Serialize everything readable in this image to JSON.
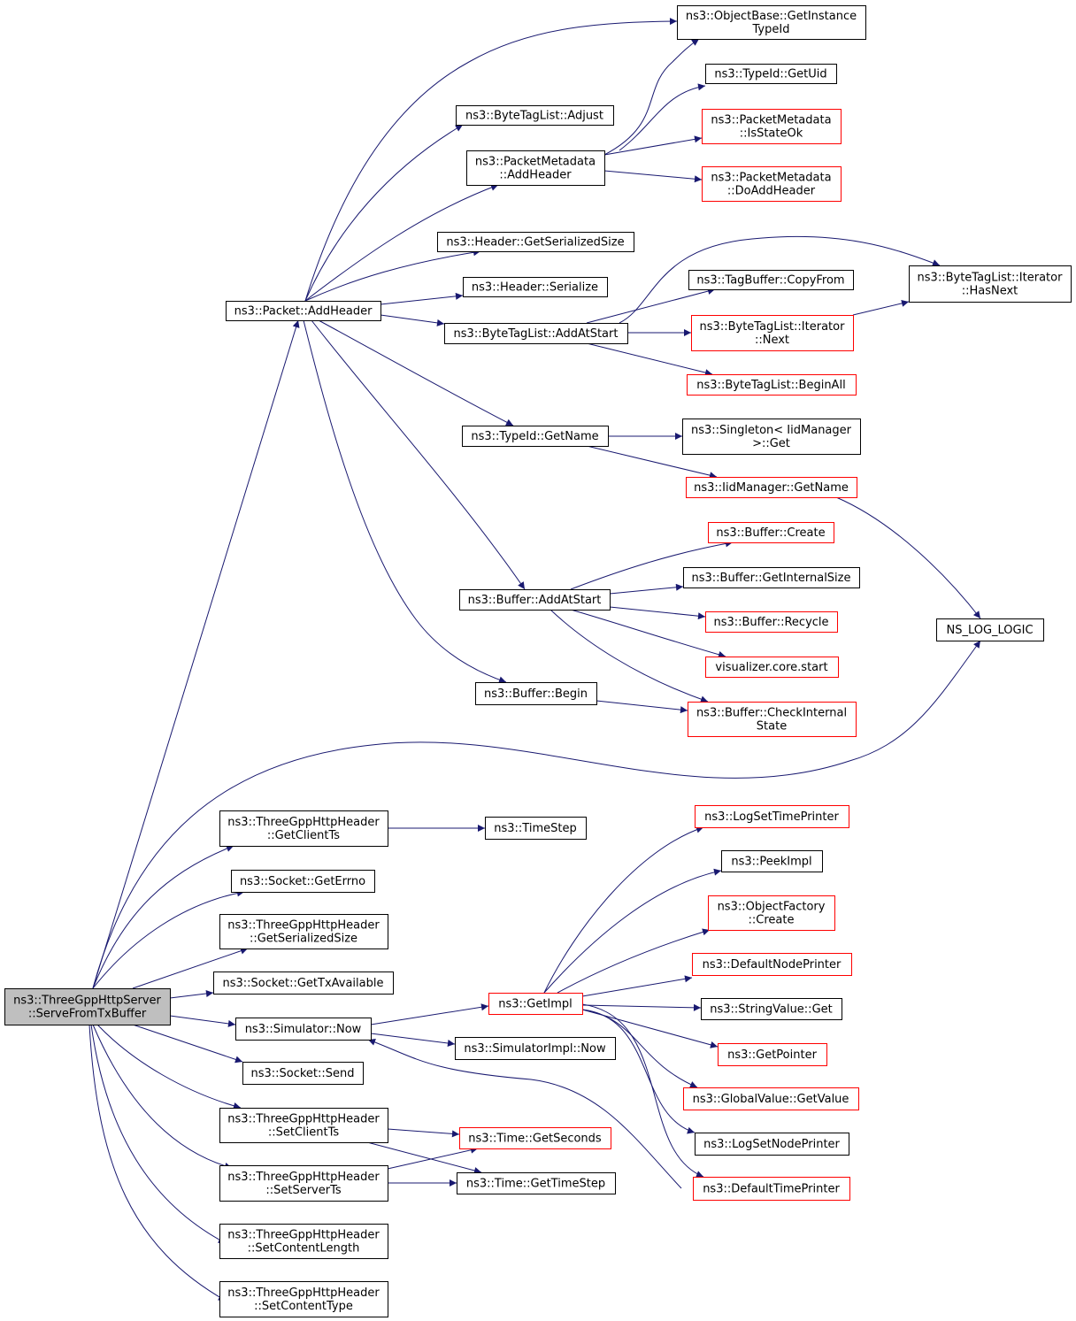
{
  "colors": {
    "edge": "#191970",
    "border_normal": "#000000",
    "border_red": "#ff0000",
    "root_fill": "#bfbfbf",
    "node_fill": "#ffffff"
  },
  "nodes": [
    {
      "id": "serve",
      "lines": [
        "ns3::ThreeGppHttpServer",
        "::ServeFromTxBuffer"
      ],
      "style": "root"
    },
    {
      "id": "addheader",
      "lines": [
        "ns3::Packet::AddHeader"
      ],
      "style": "black"
    },
    {
      "id": "getinstancetypeid",
      "lines": [
        "ns3::ObjectBase::GetInstance",
        "TypeId"
      ],
      "style": "black"
    },
    {
      "id": "getuid",
      "lines": [
        "ns3::TypeId::GetUid"
      ],
      "style": "black"
    },
    {
      "id": "btl_adjust",
      "lines": [
        "ns3::ByteTagList::Adjust"
      ],
      "style": "black"
    },
    {
      "id": "pm_isstateok",
      "lines": [
        "ns3::PacketMetadata",
        "::IsStateOk"
      ],
      "style": "red"
    },
    {
      "id": "pm_addheader",
      "lines": [
        "ns3::PacketMetadata",
        "::AddHeader"
      ],
      "style": "black"
    },
    {
      "id": "pm_doaddheader",
      "lines": [
        "ns3::PacketMetadata",
        "::DoAddHeader"
      ],
      "style": "red"
    },
    {
      "id": "hdr_getsersize",
      "lines": [
        "ns3::Header::GetSerializedSize"
      ],
      "style": "black"
    },
    {
      "id": "hdr_serialize",
      "lines": [
        "ns3::Header::Serialize"
      ],
      "style": "black"
    },
    {
      "id": "tagbuf_copyfrom",
      "lines": [
        "ns3::TagBuffer::CopyFrom"
      ],
      "style": "black"
    },
    {
      "id": "btl_it_hasnext",
      "lines": [
        "ns3::ByteTagList::Iterator",
        "::HasNext"
      ],
      "style": "black"
    },
    {
      "id": "btl_addatstart",
      "lines": [
        "ns3::ByteTagList::AddAtStart"
      ],
      "style": "black"
    },
    {
      "id": "btl_it_next",
      "lines": [
        "ns3::ByteTagList::Iterator",
        "::Next"
      ],
      "style": "red"
    },
    {
      "id": "btl_beginall",
      "lines": [
        "ns3::ByteTagList::BeginAll"
      ],
      "style": "red"
    },
    {
      "id": "typeid_getname",
      "lines": [
        "ns3::TypeId::GetName"
      ],
      "style": "black"
    },
    {
      "id": "singleton_get",
      "lines": [
        "ns3::Singleton< IidManager",
        ">::Get"
      ],
      "style": "black"
    },
    {
      "id": "iidmgr_getname",
      "lines": [
        "ns3::IidManager::GetName"
      ],
      "style": "red"
    },
    {
      "id": "buf_create",
      "lines": [
        "ns3::Buffer::Create"
      ],
      "style": "red"
    },
    {
      "id": "buf_getinternalsize",
      "lines": [
        "ns3::Buffer::GetInternalSize"
      ],
      "style": "black"
    },
    {
      "id": "buf_addatstart",
      "lines": [
        "ns3::Buffer::AddAtStart"
      ],
      "style": "black"
    },
    {
      "id": "buf_recycle",
      "lines": [
        "ns3::Buffer::Recycle"
      ],
      "style": "red"
    },
    {
      "id": "ns_log_logic",
      "lines": [
        "NS_LOG_LOGIC"
      ],
      "style": "black"
    },
    {
      "id": "vis_core_start",
      "lines": [
        "visualizer.core.start"
      ],
      "style": "red"
    },
    {
      "id": "buf_begin",
      "lines": [
        "ns3::Buffer::Begin"
      ],
      "style": "black"
    },
    {
      "id": "buf_checkinternal",
      "lines": [
        "ns3::Buffer::CheckInternal",
        "State"
      ],
      "style": "red"
    },
    {
      "id": "logsettimeprinter",
      "lines": [
        "ns3::LogSetTimePrinter"
      ],
      "style": "red"
    },
    {
      "id": "tgh_getclientts",
      "lines": [
        "ns3::ThreeGppHttpHeader",
        "::GetClientTs"
      ],
      "style": "black"
    },
    {
      "id": "timestep",
      "lines": [
        "ns3::TimeStep"
      ],
      "style": "black"
    },
    {
      "id": "peekimpl",
      "lines": [
        "ns3::PeekImpl"
      ],
      "style": "black"
    },
    {
      "id": "sock_geterrno",
      "lines": [
        "ns3::Socket::GetErrno"
      ],
      "style": "black"
    },
    {
      "id": "objfactory_create",
      "lines": [
        "ns3::ObjectFactory",
        "::Create"
      ],
      "style": "red"
    },
    {
      "id": "tgh_getsersize",
      "lines": [
        "ns3::ThreeGppHttpHeader",
        "::GetSerializedSize"
      ],
      "style": "black"
    },
    {
      "id": "defaultnodeprinter",
      "lines": [
        "ns3::DefaultNodePrinter"
      ],
      "style": "red"
    },
    {
      "id": "sock_gettxavail",
      "lines": [
        "ns3::Socket::GetTxAvailable"
      ],
      "style": "black"
    },
    {
      "id": "getimpl",
      "lines": [
        "ns3::GetImpl"
      ],
      "style": "red"
    },
    {
      "id": "stringvalue_get",
      "lines": [
        "ns3::StringValue::Get"
      ],
      "style": "black"
    },
    {
      "id": "sim_now",
      "lines": [
        "ns3::Simulator::Now"
      ],
      "style": "black"
    },
    {
      "id": "simimpl_now",
      "lines": [
        "ns3::SimulatorImpl::Now"
      ],
      "style": "black"
    },
    {
      "id": "getpointer",
      "lines": [
        "ns3::GetPointer"
      ],
      "style": "red"
    },
    {
      "id": "sock_send",
      "lines": [
        "ns3::Socket::Send"
      ],
      "style": "black"
    },
    {
      "id": "globalvalue_getvalue",
      "lines": [
        "ns3::GlobalValue::GetValue"
      ],
      "style": "red"
    },
    {
      "id": "tgh_setclientts",
      "lines": [
        "ns3::ThreeGppHttpHeader",
        "::SetClientTs"
      ],
      "style": "black"
    },
    {
      "id": "time_getseconds",
      "lines": [
        "ns3::Time::GetSeconds"
      ],
      "style": "red"
    },
    {
      "id": "logsetnodeprinter",
      "lines": [
        "ns3::LogSetNodePrinter"
      ],
      "style": "black"
    },
    {
      "id": "tgh_setserverts",
      "lines": [
        "ns3::ThreeGppHttpHeader",
        "::SetServerTs"
      ],
      "style": "black"
    },
    {
      "id": "time_gettimestep",
      "lines": [
        "ns3::Time::GetTimeStep"
      ],
      "style": "black"
    },
    {
      "id": "defaulttimeprinter",
      "lines": [
        "ns3::DefaultTimePrinter"
      ],
      "style": "red"
    },
    {
      "id": "tgh_setcontentlength",
      "lines": [
        "ns3::ThreeGppHttpHeader",
        "::SetContentLength"
      ],
      "style": "black"
    },
    {
      "id": "tgh_setcontenttype",
      "lines": [
        "ns3::ThreeGppHttpHeader",
        "::SetContentType"
      ],
      "style": "black"
    }
  ],
  "edges": [
    [
      "serve",
      "addheader"
    ],
    [
      "serve",
      "ns_log_logic"
    ],
    [
      "serve",
      "tgh_getclientts"
    ],
    [
      "serve",
      "sock_geterrno"
    ],
    [
      "serve",
      "tgh_getsersize"
    ],
    [
      "serve",
      "sock_gettxavail"
    ],
    [
      "serve",
      "sim_now"
    ],
    [
      "serve",
      "sock_send"
    ],
    [
      "serve",
      "tgh_setclientts"
    ],
    [
      "serve",
      "tgh_setserverts"
    ],
    [
      "serve",
      "tgh_setcontentlength"
    ],
    [
      "serve",
      "tgh_setcontenttype"
    ],
    [
      "addheader",
      "getinstancetypeid"
    ],
    [
      "addheader",
      "btl_adjust"
    ],
    [
      "addheader",
      "pm_addheader"
    ],
    [
      "addheader",
      "hdr_getsersize"
    ],
    [
      "addheader",
      "hdr_serialize"
    ],
    [
      "addheader",
      "btl_addatstart"
    ],
    [
      "addheader",
      "typeid_getname"
    ],
    [
      "addheader",
      "buf_addatstart"
    ],
    [
      "addheader",
      "buf_begin"
    ],
    [
      "pm_addheader",
      "getinstancetypeid"
    ],
    [
      "pm_addheader",
      "getuid"
    ],
    [
      "pm_addheader",
      "pm_isstateok"
    ],
    [
      "pm_addheader",
      "pm_doaddheader"
    ],
    [
      "btl_addatstart",
      "tagbuf_copyfrom"
    ],
    [
      "btl_addatstart",
      "btl_it_hasnext"
    ],
    [
      "btl_addatstart",
      "btl_it_next"
    ],
    [
      "btl_addatstart",
      "btl_beginall"
    ],
    [
      "btl_it_next",
      "btl_it_hasnext"
    ],
    [
      "typeid_getname",
      "singleton_get"
    ],
    [
      "typeid_getname",
      "iidmgr_getname"
    ],
    [
      "iidmgr_getname",
      "ns_log_logic"
    ],
    [
      "buf_addatstart",
      "buf_create"
    ],
    [
      "buf_addatstart",
      "buf_getinternalsize"
    ],
    [
      "buf_addatstart",
      "buf_recycle"
    ],
    [
      "buf_addatstart",
      "vis_core_start"
    ],
    [
      "buf_addatstart",
      "buf_checkinternal"
    ],
    [
      "buf_begin",
      "buf_checkinternal"
    ],
    [
      "tgh_getclientts",
      "timestep"
    ],
    [
      "sim_now",
      "getimpl"
    ],
    [
      "sim_now",
      "simimpl_now"
    ],
    [
      "getimpl",
      "logsettimeprinter"
    ],
    [
      "getimpl",
      "peekimpl"
    ],
    [
      "getimpl",
      "objfactory_create"
    ],
    [
      "getimpl",
      "defaultnodeprinter"
    ],
    [
      "getimpl",
      "stringvalue_get"
    ],
    [
      "getimpl",
      "getpointer"
    ],
    [
      "getimpl",
      "globalvalue_getvalue"
    ],
    [
      "getimpl",
      "logsetnodeprinter"
    ],
    [
      "getimpl",
      "defaulttimeprinter"
    ],
    [
      "defaulttimeprinter",
      "sim_now"
    ],
    [
      "tgh_setclientts",
      "time_getseconds"
    ],
    [
      "tgh_setclientts",
      "time_gettimestep"
    ],
    [
      "tgh_setserverts",
      "time_getseconds"
    ],
    [
      "tgh_setserverts",
      "time_gettimestep"
    ]
  ]
}
